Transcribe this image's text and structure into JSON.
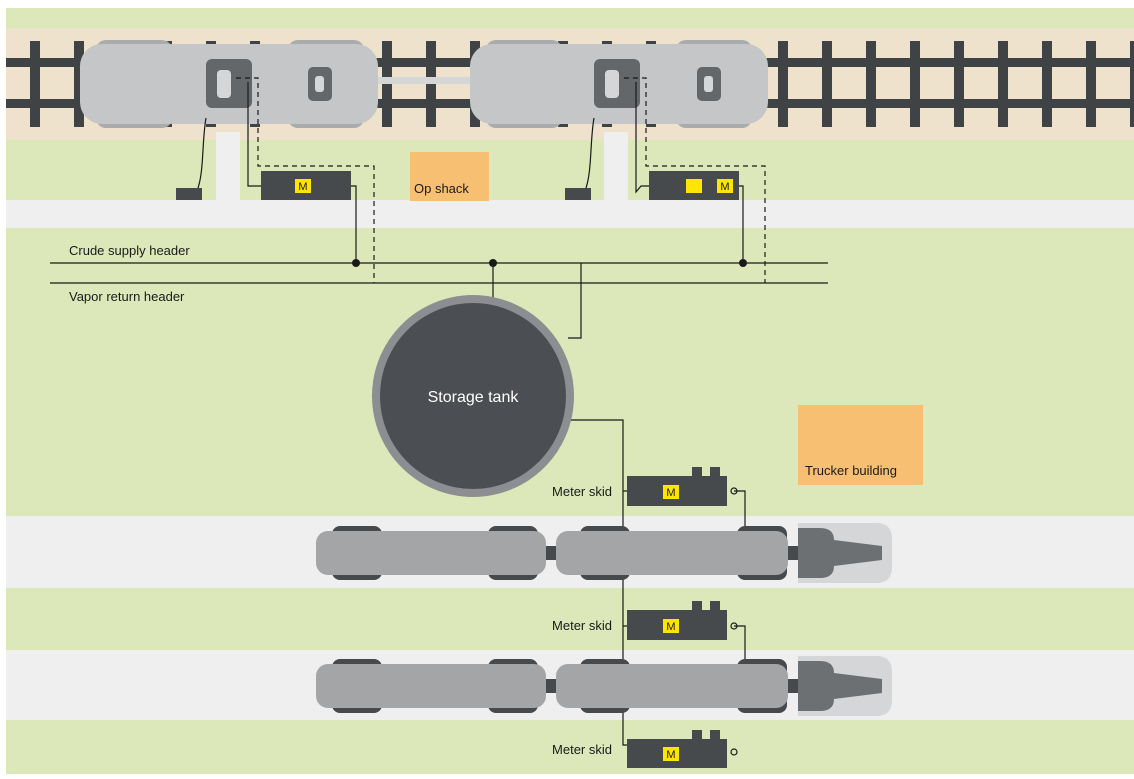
{
  "labels": {
    "crude_supply_header": "Crude supply header",
    "vapor_return_header": "Vapor return header",
    "storage_tank": "Storage tank",
    "op_shack": "Op shack",
    "trucker_building": "Trucker building",
    "meter_skid": "Meter skid",
    "meter_tag": "M"
  },
  "colors": {
    "grass": "#dce8b9",
    "rail_bed": "#efe2cc",
    "road": "#efefef",
    "track": "#3f4346",
    "railcar": "#c4c6c8",
    "truck": "#a3a5a7",
    "dark": "#464a4d",
    "building": "#f7bf72",
    "meter_tag": "#ffe500",
    "line": "#1a1a1a",
    "tank_fill": "#4b4e52",
    "tank_ring": "#8c8e91"
  }
}
